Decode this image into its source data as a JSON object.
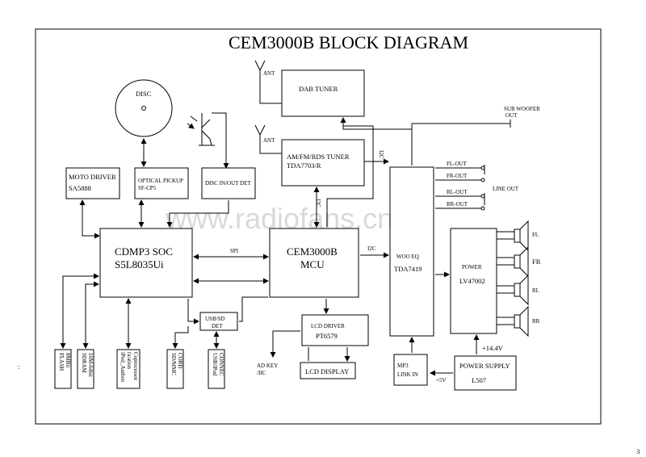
{
  "title": "CEM3000B BLOCK DIAGRAM",
  "watermark": "www.radiofans.cn",
  "page_number": "3",
  "stray_mark": ":",
  "blocks": {
    "disc": "DISC",
    "moto_driver": [
      "MOTO DRIVER",
      "SA5888"
    ],
    "optical_pickup": [
      "OPTICAL PICKUP",
      "SF-CP5"
    ],
    "disc_det": "DISC IN/OUT DET",
    "dab_tuner": "DAB TUNER",
    "am_fm_tuner": [
      "AM/FM/RDS TUNER",
      "TDA7703/R"
    ],
    "cdmp3_soc": [
      "CDMP3 SOC",
      "S5L8035Ui"
    ],
    "mcu": [
      "CEM3000B",
      "MCU"
    ],
    "usb_sd_det": [
      "USB/SD",
      "DET"
    ],
    "lcd_driver": [
      "LCD DRIVER",
      "PT6579"
    ],
    "lcd_display": "LCD DISPLAY",
    "ad_key": [
      "AD KEY",
      "/IIC"
    ],
    "woofer_eq": [
      "WOO EQ",
      "TDA7419"
    ],
    "power_amp": [
      "POWER",
      "LV47002"
    ],
    "power_supply": [
      "POWER SUPPLY",
      "L507"
    ],
    "mp3_link": [
      "MP3",
      "LINK IN"
    ],
    "flash": [
      "FLASH",
      "8MBit"
    ],
    "sdram": [
      "SDRAM",
      "16M-64bit"
    ],
    "ipod_auth": [
      "iPod_Authen",
      "tication",
      "Coprocessor"
    ],
    "sd_mmc": [
      "SD/MMC",
      "CORD"
    ],
    "usb_ipod": [
      "USB/iPod",
      "CONNEC"
    ]
  },
  "labels": {
    "ant1": "ANT",
    "ant2": "ANT",
    "spi": "SPI",
    "i2c_mcu": "I2C",
    "i2c_vertical": "I2C",
    "i2c_tuner": "I2C",
    "sub_woofer": [
      "SUB WOOFER",
      "OUT"
    ],
    "fl_out": "FL-OUT",
    "fr_out": "FR-OUT",
    "rl_out": "RL-OUT",
    "rr_out": "RR-OUT",
    "line_out": "LINE OUT",
    "spk_fl": "FL",
    "spk_fr": "FR",
    "spk_rl": "RL",
    "spk_rr": "RR",
    "v14": "+14.4V",
    "v5": "+5V"
  }
}
